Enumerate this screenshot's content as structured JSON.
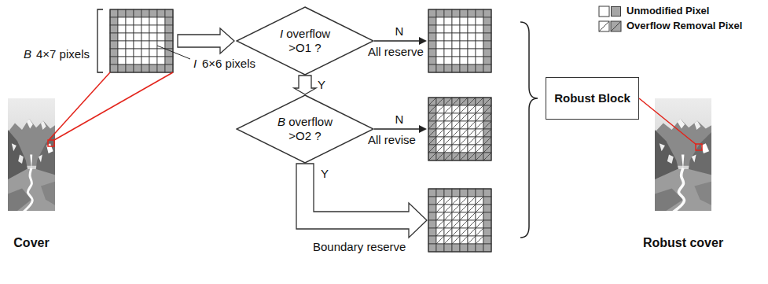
{
  "diagram": {
    "nodes": [
      {
        "text": [
          "Cover"
        ]
      },
      {
        "text": [
          "I overflow >O1 ?"
        ]
      },
      {
        "text": [
          "B overflow >O2 ?"
        ]
      },
      {
        "text": [
          "Robust Block"
        ]
      },
      {
        "text": [
          "Robust cover"
        ]
      }
    ],
    "edges": [
      {
        "from": 1,
        "to": 2,
        "arrow": "to",
        "label": "Y"
      },
      {
        "from": 3,
        "to": 4,
        "arrow": "none"
      }
    ],
    "labels": [
      "B",
      "4×7 pixels",
      "I",
      "6×6 pixels",
      "N",
      "All reserve",
      "N",
      "All revise",
      "Y",
      "Boundary reserve"
    ],
    "legend": [
      {
        "text": "Unmodified Pixel",
        "color": "#a6a6a6"
      },
      {
        "text": "Overflow Removal Pixel"
      }
    ]
  }
}
